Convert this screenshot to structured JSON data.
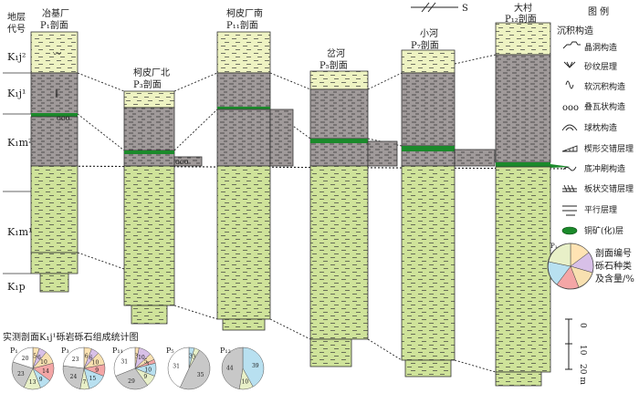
{
  "header": {
    "col_label_1": "地层",
    "col_label_2": "代号"
  },
  "units": [
    "K₁j²",
    "K₁j¹",
    "K₁m²",
    "K₁m¹",
    "K₁p"
  ],
  "orientation": {
    "label": "S"
  },
  "sections": [
    {
      "name": "冶基厂",
      "label": "P₁剖面"
    },
    {
      "name": "柯皮厂北",
      "label": "P₃剖面"
    },
    {
      "name": "柯皮厂南",
      "label": "P₁₁剖面"
    },
    {
      "name": "岔河",
      "label": "P₅剖面"
    },
    {
      "name": "小河",
      "label": "P₇剖面"
    },
    {
      "name": "大村",
      "label": "P₁₂剖面"
    }
  ],
  "legend": {
    "title": "图  例",
    "heading": "沉积构造",
    "items": [
      "晶洞构造",
      "砂纹层理",
      "软沉积构造",
      "叠瓦状构造",
      "球枕构造",
      "楔形交错层理",
      "底冲刷构造",
      "板状交错层理",
      "平行层理",
      "铜矿(化)层"
    ],
    "pie_key_center": "P₁",
    "pie_key_note": [
      "剖面编号",
      "砾石种类",
      "及含量/%"
    ]
  },
  "scale": {
    "ticks": [
      "0",
      "10",
      "20 m"
    ]
  },
  "pie_section": {
    "title": "实测剖面K₁j¹砾岩砾石组成统计图"
  },
  "chart_data": {
    "type": "pie",
    "title": "实测剖面K₁j¹砾岩砾石组成统计图",
    "colors": [
      "#ffe3b3",
      "#d8c0e8",
      "#f8e0b0",
      "#f4a6a6",
      "#b8e0f0",
      "#e8f0c8",
      "#c8c8c8",
      "#ffffff"
    ],
    "pies": [
      {
        "label": "P₁",
        "values": [
          5,
          6,
          10,
          14,
          9,
          13,
          23,
          20
        ]
      },
      {
        "label": "P₃",
        "values": [
          6,
          6,
          10,
          9,
          15,
          7,
          24,
          23
        ]
      },
      {
        "label": "P₁₁",
        "values": [
          3,
          10,
          5,
          3,
          10,
          9,
          29,
          31
        ]
      },
      {
        "label": "P₅",
        "values": [
          3,
          3,
          35,
          31
        ]
      },
      {
        "label": "P₁₂",
        "values": [
          39,
          10,
          44
        ]
      }
    ]
  }
}
